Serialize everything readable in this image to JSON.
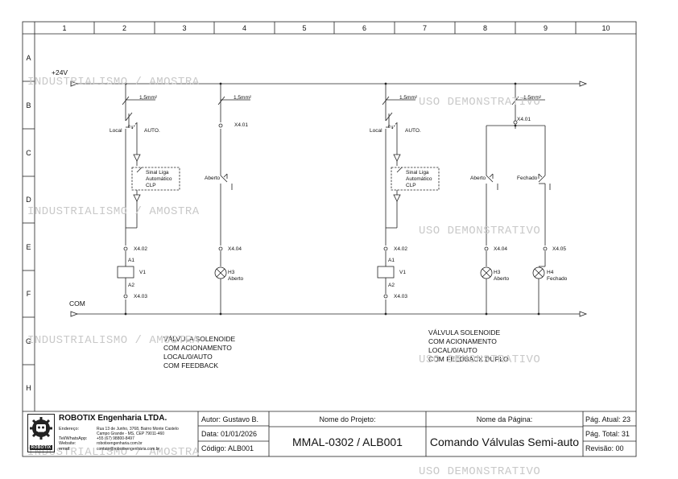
{
  "grid": {
    "columns": [
      "1",
      "2",
      "3",
      "4",
      "5",
      "6",
      "7",
      "8",
      "9",
      "10"
    ],
    "rows": [
      "A",
      "B",
      "C",
      "D",
      "E",
      "F",
      "G",
      "H"
    ]
  },
  "rails": {
    "top_label": "+24V",
    "bottom_label": "COM"
  },
  "circuit_left": {
    "wire_a": "1,5mm²",
    "wire_b": "1,5mm²",
    "sel_local": "Local",
    "sel_zero": "0",
    "sel_auto": "AUTO.",
    "terminal_1": "X4.01",
    "signal_box": [
      "Sinal Liga",
      "Automático",
      "CLP"
    ],
    "contact_label": "Aberto",
    "terminal_2": "X4.02",
    "terminal_3": "X4.04",
    "coil_a1": "A1",
    "coil": "V1",
    "coil_a2": "A2",
    "lamp_name": "H3",
    "lamp_desc": "Aberto",
    "terminal_4": "X4.03",
    "description": [
      "VÁLVULA SOLENOIDE",
      "COM ACIONAMENTO",
      "LOCAL/0/AUTO",
      "COM FEEDBACK"
    ]
  },
  "circuit_right": {
    "wire_a": "1,5mm²",
    "wire_b": "1,5mm²",
    "sel_local": "Local",
    "sel_zero": "0",
    "sel_auto": "AUTO.",
    "terminal_1": "X4.01",
    "signal_box": [
      "Sinal Liga",
      "Automático",
      "CLP"
    ],
    "contact_1": "Aberto",
    "contact_2": "Fechado",
    "terminal_2": "X4.02",
    "terminal_3": "X4.04",
    "terminal_5": "X4.05",
    "coil_a1": "A1",
    "coil": "V1",
    "coil_a2": "A2",
    "lamp1_name": "H3",
    "lamp1_desc": "Aberto",
    "lamp2_name": "H4",
    "lamp2_desc": "Fechado",
    "terminal_4": "X4.03",
    "description": [
      "VÁLVULA SOLENOIDE",
      "COM ACIONAMENTO",
      "LOCAL/0/AUTO",
      "COM FEEDBACK DUPLO"
    ]
  },
  "watermarks": {
    "text_a": "INDUSTRIALISMO / AMOSTRA",
    "text_b": "USO DEMONSTRATIVO"
  },
  "title_block": {
    "company": "ROBOTIX Engenharia LTDA.",
    "logo_text": "ROBOTIX",
    "address_label": "Endereço:",
    "address_value": [
      "Rua 13 de Junho, 3768, Bairro Monte Castelo",
      "Campo Grande - MS, CEP 79011-460"
    ],
    "phone_label": "Tel/WhatsApp:",
    "phone_value": "+55 (67) 98800-8497",
    "website_label": "Website:",
    "website_value": "robotixengenharia.com.br",
    "email_label": "email:",
    "email_value": "contato@robotixengenharia.com.br",
    "author": "Autor: Gustavo B.",
    "date": "Data: 01/01/2026",
    "code": "Código: ALB001",
    "project_header": "Nome do Projeto:",
    "project_value": "MMAL-0302 / ALB001",
    "page_header": "Nome da Página:",
    "page_value": "Comando Válvulas Semi-auto",
    "page_current": "Pág. Atual: 23",
    "page_total": "Pág. Total: 31",
    "revision": "Revisão: 00"
  }
}
